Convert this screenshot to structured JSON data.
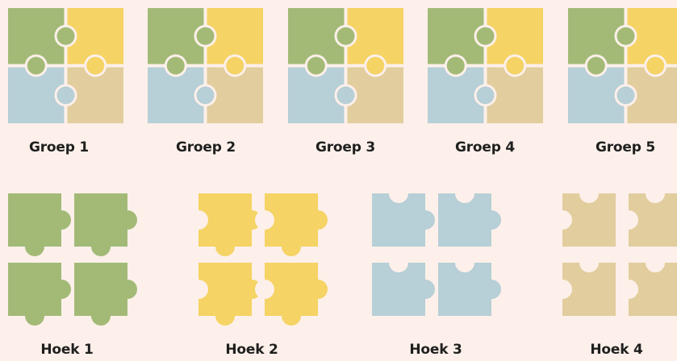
{
  "background_color": "#fdf0ea",
  "colors": {
    "green": "#a3ba77",
    "yellow": "#f5d364",
    "blue": "#b7cfd6",
    "tan": "#e2cd9e",
    "gap": "#fdf0ea"
  },
  "groups": [
    {
      "label": "Groep 1"
    },
    {
      "label": "Groep 2"
    },
    {
      "label": "Groep 3"
    },
    {
      "label": "Groep 4"
    },
    {
      "label": "Groep 5"
    }
  ],
  "corners": [
    {
      "label": "Hoek 1",
      "color": "green"
    },
    {
      "label": "Hoek 2",
      "color": "yellow"
    },
    {
      "label": "Hoek 3",
      "color": "blue"
    },
    {
      "label": "Hoek 4",
      "color": "tan"
    }
  ]
}
